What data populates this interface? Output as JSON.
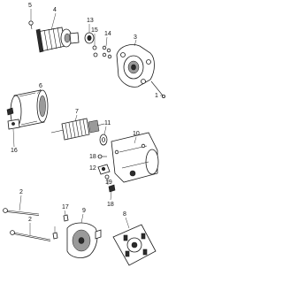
{
  "callouts": {
    "c1": "1",
    "c2a": "2",
    "c2b": "2",
    "c3": "3",
    "c4": "4",
    "c5": "5",
    "c6": "6",
    "c7": "7",
    "c8": "8",
    "c9": "9",
    "c10": "10",
    "c11": "11",
    "c12": "12",
    "c13": "13",
    "c14": "14",
    "c15": "15",
    "c16": "16",
    "c17": "17",
    "c18a": "18",
    "c18b": "18",
    "c19": "19"
  }
}
